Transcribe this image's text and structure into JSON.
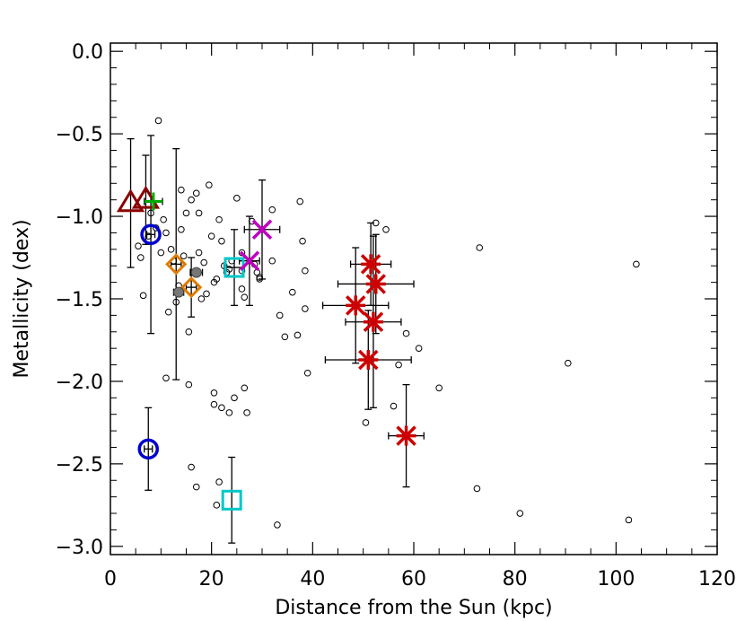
{
  "chart_data": {
    "type": "scatter",
    "xlabel": "Distance from the Sun (kpc)",
    "ylabel": "Metallicity (dex)",
    "xlim": [
      0,
      120
    ],
    "ylim": [
      -3.05,
      0.05
    ],
    "xticks": [
      0,
      20,
      40,
      60,
      80,
      100,
      120
    ],
    "xtick_labels": [
      "0",
      "20",
      "40",
      "60",
      "80",
      "100",
      "120"
    ],
    "yticks": [
      0.0,
      -0.5,
      -1.0,
      -1.5,
      -2.0,
      -2.5,
      -3.0
    ],
    "ytick_labels": [
      "0.0",
      "−0.5",
      "−1.0",
      "−1.5",
      "−2.0",
      "−2.5",
      "−3.0"
    ],
    "colors": {
      "open_circles": "#000000",
      "errorbars": "#000000",
      "triangle": "#8b0000",
      "plus": "#00aa00",
      "blue_circle": "#0000cc",
      "diamond": "#e07b00",
      "grey_dot": "#777777",
      "square": "#00c8c8",
      "magenta_x": "#c000c0",
      "red_star": "#cc0000"
    },
    "series": [
      {
        "marker": "open_circle_small",
        "points": [
          [
            5.5,
            -1.18
          ],
          [
            6,
            -1.25
          ],
          [
            6.5,
            -1.48
          ],
          [
            7.5,
            -1.12
          ],
          [
            8,
            -0.98
          ],
          [
            9,
            -1.07
          ],
          [
            9.5,
            -0.42
          ],
          [
            10,
            -1.22
          ],
          [
            10.5,
            -1.02
          ],
          [
            11,
            -1.1
          ],
          [
            11.5,
            -1.58
          ],
          [
            11,
            -1.98
          ],
          [
            12,
            -1.2
          ],
          [
            12.5,
            -1.27
          ],
          [
            13,
            -1.52
          ],
          [
            13.5,
            -1.42
          ],
          [
            14,
            -0.84
          ],
          [
            14,
            -1.08
          ],
          [
            14.5,
            -1.24
          ],
          [
            15,
            -0.98
          ],
          [
            15.5,
            -1.7
          ],
          [
            15.5,
            -2.02
          ],
          [
            16,
            -0.9
          ],
          [
            16,
            -2.52
          ],
          [
            17,
            -0.86
          ],
          [
            17,
            -2.64
          ],
          [
            17.5,
            -0.98
          ],
          [
            17.5,
            -1.22
          ],
          [
            18,
            -1.5
          ],
          [
            18.5,
            -1.28
          ],
          [
            19,
            -1.47
          ],
          [
            19.5,
            -0.81
          ],
          [
            20,
            -1.12
          ],
          [
            20.5,
            -1.4
          ],
          [
            20.5,
            -2.07
          ],
          [
            20.5,
            -2.14
          ],
          [
            21,
            -1.38
          ],
          [
            21,
            -2.75
          ],
          [
            21.5,
            -1.02
          ],
          [
            21.5,
            -2.61
          ],
          [
            22,
            -1.15
          ],
          [
            22,
            -2.16
          ],
          [
            22.5,
            -1.3
          ],
          [
            23,
            -1.34
          ],
          [
            23.5,
            -1.32
          ],
          [
            23.5,
            -2.19
          ],
          [
            24,
            -1.27
          ],
          [
            24.5,
            -2.1
          ],
          [
            25,
            -0.89
          ],
          [
            26,
            -1.22
          ],
          [
            26,
            -1.33
          ],
          [
            26,
            -1.44
          ],
          [
            26.5,
            -2.04
          ],
          [
            26.5,
            -1.49
          ],
          [
            27,
            -2.19
          ],
          [
            28,
            -1.03
          ],
          [
            28.5,
            -1.29
          ],
          [
            29,
            -1.34
          ],
          [
            29.5,
            -1.37
          ],
          [
            29.5,
            -1.38
          ],
          [
            32,
            -0.96
          ],
          [
            32,
            -1.27
          ],
          [
            33,
            -2.87
          ],
          [
            33.5,
            -1.6
          ],
          [
            34.5,
            -1.73
          ],
          [
            36,
            -1.46
          ],
          [
            37,
            -1.72
          ],
          [
            37.5,
            -0.91
          ],
          [
            38,
            -1.15
          ],
          [
            38.5,
            -1.56
          ],
          [
            38.5,
            -1.33
          ],
          [
            39,
            -1.95
          ],
          [
            50.5,
            -2.25
          ],
          [
            52.5,
            -1.04
          ],
          [
            54.5,
            -1.08
          ],
          [
            56,
            -2.15
          ],
          [
            57,
            -1.9
          ],
          [
            58.5,
            -1.71
          ],
          [
            61,
            -1.8
          ],
          [
            65,
            -2.04
          ],
          [
            72.5,
            -2.65
          ],
          [
            73,
            -1.19
          ],
          [
            81,
            -2.8
          ],
          [
            90.5,
            -1.89
          ],
          [
            102.5,
            -2.84
          ],
          [
            104,
            -1.29
          ]
        ]
      },
      {
        "marker": "triangle",
        "points": [
          {
            "x": 4,
            "y": -0.92,
            "xerr": 0,
            "yerr": 0.39
          },
          {
            "x": 7,
            "y": -0.9,
            "xerr": 0,
            "yerr": 0.27
          }
        ]
      },
      {
        "marker": "plus",
        "points": [
          {
            "x": 8.5,
            "y": -0.91,
            "xerr": 1.8,
            "yerr": 0
          }
        ]
      },
      {
        "marker": "blue_circle",
        "points": [
          {
            "x": 8,
            "y": -1.11,
            "xerr": 0.8,
            "yerr": 0.6
          },
          {
            "x": 7.5,
            "y": -2.41,
            "xerr": 0.8,
            "yerr": 0.25
          }
        ]
      },
      {
        "marker": "diamond",
        "points": [
          {
            "x": 13,
            "y": -1.29,
            "xerr": 1.0,
            "yerr": 0.7
          },
          {
            "x": 16,
            "y": -1.43,
            "xerr": 1.0,
            "yerr": 0.18
          }
        ]
      },
      {
        "marker": "grey_dot",
        "points": [
          {
            "x": 13.5,
            "y": -1.46,
            "xerr": 1.0,
            "yerr": 0
          },
          {
            "x": 17,
            "y": -1.34,
            "xerr": 1.2,
            "yerr": 0
          }
        ]
      },
      {
        "marker": "square",
        "points": [
          {
            "x": 24.5,
            "y": -1.31,
            "xerr": 2.0,
            "yerr": 0.23
          },
          {
            "x": 24,
            "y": -2.72,
            "xerr": 0,
            "yerr": 0.26
          }
        ]
      },
      {
        "marker": "magenta_x",
        "points": [
          {
            "x": 30,
            "y": -1.08,
            "xerr": 3.5,
            "yerr": 0.3
          },
          {
            "x": 27.5,
            "y": -1.27,
            "xerr": 2.0,
            "yerr": 0.27
          }
        ]
      },
      {
        "marker": "red_star",
        "points": [
          {
            "x": 51.5,
            "y": -1.29,
            "xerr": 4.0,
            "yerr": 0.25
          },
          {
            "x": 52.5,
            "y": -1.41,
            "xerr": 7.5,
            "yerr": 0.3
          },
          {
            "x": 48.5,
            "y": -1.54,
            "xerr": 6.5,
            "yerr": 0.35
          },
          {
            "x": 52,
            "y": -1.64,
            "xerr": 5.5,
            "yerr": 0.52
          },
          {
            "x": 51,
            "y": -1.87,
            "xerr": 8.5,
            "yerr": 0.3
          },
          {
            "x": 58.5,
            "y": -2.33,
            "xerr": 3.5,
            "yerr": 0.31
          }
        ]
      }
    ]
  }
}
